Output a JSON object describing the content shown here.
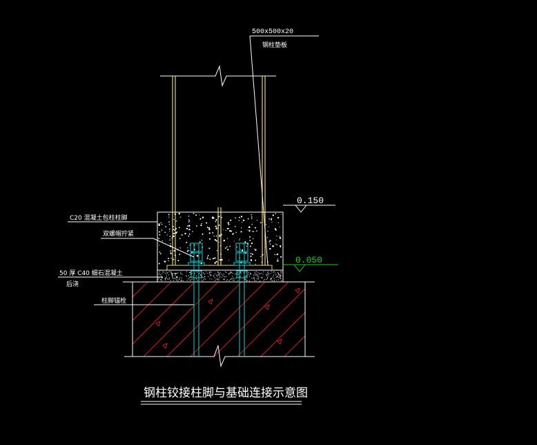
{
  "drawing": {
    "title": "钢柱铰接柱脚与基础连接示意图",
    "plate_spec": "500x500x20",
    "plate_name": "钢柱垫板",
    "elevation_top": "0.150",
    "elevation_base": "0.050",
    "label_concrete_encasement": "C20 混凝土包柱柱脚",
    "label_double_nut": "双螺帽拧紧",
    "label_grout": "50 厚 C40 细石混凝土",
    "label_grout_note": "后浇",
    "label_anchor_bolt": "柱脚锚栓"
  },
  "colors": {
    "background": "#000000",
    "column": "#e8d84a",
    "bolt": "#00d8d8",
    "hatch": "#ff2020",
    "leader": "#ffffff",
    "elevation_green": "#22cc22",
    "concrete_speckle": "#ffffff"
  }
}
